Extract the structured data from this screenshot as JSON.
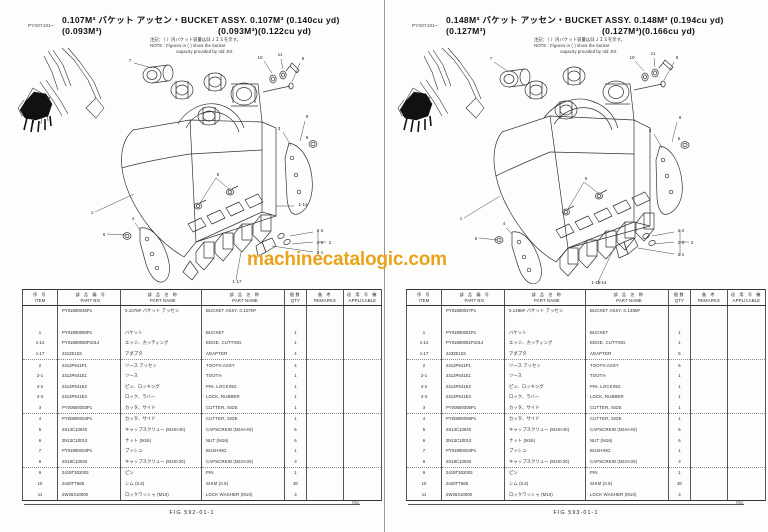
{
  "watermark": "machinecatalogic.com",
  "note": {
    "jp": "注記：（  ）内バケット容量は旧ＪＩＳを示す。",
    "en_line1": "NOTE : Figures in (  ) show the bucket",
    "en_line2": "capacity provided by old JIS."
  },
  "table_header": {
    "item_jp": "序  号",
    "item_en": "ITEM",
    "partno_jp": "部 品 编 号",
    "partno_en": "PART NO.",
    "namejp_jp": "部 品 名 称",
    "namejp_en": "PART NAME",
    "nameen_jp": "部 品 名 称",
    "nameen_en": "PART NAME",
    "qty_jp": "個数",
    "qty_en": "QTY",
    "rem_jp": "备   考",
    "rem_en": "REMARKS",
    "app_jp": "适 用 号 機",
    "app_en": "APPLICABLE"
  },
  "pages": [
    {
      "id": "left",
      "model_prefix": "PY007101~",
      "title_line1": "0.107M³ バケット アッセン・BUCKET  ASSY.  0.107M³ (0.140cu yd)",
      "title_line2": "(0.093M³)",
      "title_line2b": "(0.093M³)(0.122cu yd)",
      "fig": "FIG 592-01-1",
      "page_no": "(91)",
      "callouts": [
        "1",
        "2",
        "2-1",
        "2-2",
        "2-3",
        "3",
        "4",
        "5",
        "6",
        "7",
        "8",
        "9",
        "10",
        "11",
        "1-14",
        "1-17"
      ],
      "rows": [
        {
          "item": "",
          "part_no": "PY01800046P1",
          "name_jp": "0.107M³ バケット アッセン",
          "name_en": "BUCKET ASSY. 0.107M³",
          "qty": "",
          "remarks": "",
          "applicable": "",
          "sep": false
        },
        {
          "item": "",
          "part_no": "",
          "name_jp": "",
          "name_en": "",
          "qty": "",
          "remarks": "",
          "applicable": "",
          "sep": false
        },
        {
          "item": "1",
          "part_no": "PY01800050P1",
          "name_jp": "バケット",
          "name_en": "BUCKET",
          "qty": "1",
          "remarks": "",
          "applicable": "",
          "sep": false
        },
        {
          "item": "1-14",
          "part_no": "PY01800050P1014",
          "name_jp": "エッジ、カッティング",
          "name_en": "EDGE, CUTTING",
          "qty": "1",
          "remarks": "",
          "applicable": "",
          "sep": false
        },
        {
          "item": "1-17",
          "part_no": "2412E103",
          "name_jp": "アダプタ",
          "name_en": "ADAPTER",
          "qty": "4",
          "remarks": "",
          "applicable": "",
          "sep": true
        },
        {
          "item": "2",
          "part_no": "2412P641P1",
          "name_jp": "ツース アッセン",
          "name_en": "TOOTH ASSY",
          "qty": "4",
          "remarks": "",
          "applicable": "",
          "sep": false
        },
        {
          "item": "2-1",
          "part_no": "2412P641E1",
          "name_jp": "ツース",
          "name_en": "TOOTH",
          "qty": "1",
          "remarks": "",
          "applicable": "",
          "sep": false
        },
        {
          "item": "2-2",
          "part_no": "2412P641E2",
          "name_jp": "ピン、ロッキング",
          "name_en": "PIN, LOCKING",
          "qty": "1",
          "remarks": "",
          "applicable": "",
          "sep": false
        },
        {
          "item": "2-3",
          "part_no": "2412P641E3",
          "name_jp": "ロック、ラバー",
          "name_en": "LOCK, RUBBER",
          "qty": "1",
          "remarks": "",
          "applicable": "",
          "sep": false
        },
        {
          "item": "3",
          "part_no": "PY00800003P1",
          "name_jp": "カッタ、サイド",
          "name_en": "CUTTER, SIDE",
          "qty": "1",
          "remarks": "",
          "applicable": "",
          "sep": true
        },
        {
          "item": "4",
          "part_no": "PY00800004P1",
          "name_jp": "カッタ、サイド",
          "name_en": "CUTTER, SIDE",
          "qty": "1",
          "remarks": "",
          "applicable": "",
          "sep": false
        },
        {
          "item": "5",
          "part_no": "2S13C10040",
          "name_jp": "キャップスクリュー (M16×40)",
          "name_en": "CAPSCREW (M16×40)",
          "qty": "6",
          "remarks": "",
          "applicable": "",
          "sep": false
        },
        {
          "item": "6",
          "part_no": "2N13C10013",
          "name_jp": "ナット (M16)",
          "name_en": "NUT (M16)",
          "qty": "6",
          "remarks": "",
          "applicable": "",
          "sep": false
        },
        {
          "item": "7",
          "part_no": "PY01800003P1",
          "name_jp": "ブッシュ",
          "name_en": "BUSHING",
          "qty": "1",
          "remarks": "",
          "applicable": "",
          "sep": false
        },
        {
          "item": "8",
          "part_no": "2S18C10030",
          "name_jp": "キャップスクリュー (M10×30)",
          "name_en": "CAPSCREW (M10×30)",
          "qty": "3",
          "remarks": "",
          "applicable": "",
          "sep": true
        },
        {
          "item": "9",
          "part_no": "2419T302003",
          "name_jp": "ピン",
          "name_en": "PIN",
          "qty": "1",
          "remarks": "",
          "applicable": "",
          "sep": false
        },
        {
          "item": "10",
          "part_no": "2420TT665",
          "name_jp": "シム (0.5)",
          "name_en": "SHIM (0.5)",
          "qty": "30",
          "remarks": "",
          "applicable": "",
          "sep": false
        },
        {
          "item": "11",
          "part_no": "2W26X10000",
          "name_jp": "ロックワッシャ (M10)",
          "name_en": "LOCK WASHER (M10)",
          "qty": "3",
          "remarks": "",
          "applicable": "",
          "sep": false
        }
      ]
    },
    {
      "id": "right",
      "model_prefix": "PY007101~",
      "title_line1": "0.148M³ バケット アッセン・BUCKET  ASSY.  0.148M³ (0.194cu yd)",
      "title_line2": "(0.127M³)",
      "title_line2b": "(0.127M³)(0.166cu yd)",
      "fig": "FIG 593-01-1",
      "page_no": "(91)",
      "callouts": [
        "1",
        "2",
        "2-1",
        "2-2",
        "2-3",
        "3",
        "4",
        "5",
        "6",
        "7",
        "8",
        "9",
        "10",
        "11",
        "1-14",
        "1-17"
      ],
      "rows": [
        {
          "item": "",
          "part_no": "PY01800047P1",
          "name_jp": "0.148M³ バケット アッセン",
          "name_en": "BUCKET ASSY. 0.148M³",
          "qty": "",
          "remarks": "",
          "applicable": "",
          "sep": false
        },
        {
          "item": "",
          "part_no": "",
          "name_jp": "",
          "name_en": "",
          "qty": "",
          "remarks": "",
          "applicable": "",
          "sep": false
        },
        {
          "item": "1",
          "part_no": "PY01800051P1",
          "name_jp": "バケット",
          "name_en": "BUCKET",
          "qty": "1",
          "remarks": "",
          "applicable": "",
          "sep": false
        },
        {
          "item": "1-14",
          "part_no": "PY01800051P1014",
          "name_jp": "エッジ、カッティング",
          "name_en": "EDGE, CUTTING",
          "qty": "1",
          "remarks": "",
          "applicable": "",
          "sep": false
        },
        {
          "item": "1-17",
          "part_no": "2432E103",
          "name_jp": "アダプタ",
          "name_en": "ADAPTER",
          "qty": "5",
          "remarks": "",
          "applicable": "",
          "sep": true
        },
        {
          "item": "2",
          "part_no": "2412P641P1",
          "name_jp": "ツース アッセン",
          "name_en": "TOOTH ASSY",
          "qty": "5",
          "remarks": "",
          "applicable": "",
          "sep": false
        },
        {
          "item": "2-1",
          "part_no": "2412P641E1",
          "name_jp": "ツース",
          "name_en": "TOOTH",
          "qty": "1",
          "remarks": "",
          "applicable": "",
          "sep": false
        },
        {
          "item": "2-2",
          "part_no": "2412P641E2",
          "name_jp": "ピン、ロッキング",
          "name_en": "PIN, LOCKING",
          "qty": "1",
          "remarks": "",
          "applicable": "",
          "sep": false
        },
        {
          "item": "2-3",
          "part_no": "2412P641E3",
          "name_jp": "ロック、ラバー",
          "name_en": "LOCK, RUBBER",
          "qty": "1",
          "remarks": "",
          "applicable": "",
          "sep": false
        },
        {
          "item": "3",
          "part_no": "PY00800005P1",
          "name_jp": "カッタ、サイド",
          "name_en": "CUTTER, SIDE",
          "qty": "1",
          "remarks": "",
          "applicable": "",
          "sep": true
        },
        {
          "item": "4",
          "part_no": "PY00800006P1",
          "name_jp": "カッタ、サイド",
          "name_en": "CUTTER, SIDE",
          "qty": "1",
          "remarks": "",
          "applicable": "",
          "sep": false
        },
        {
          "item": "5",
          "part_no": "2S13C10040",
          "name_jp": "キャップスクリュー (M16×40)",
          "name_en": "CAPSCREW (M16×40)",
          "qty": "6",
          "remarks": "",
          "applicable": "",
          "sep": false
        },
        {
          "item": "6",
          "part_no": "2N13C10013",
          "name_jp": "ナット (M16)",
          "name_en": "NUT (M16)",
          "qty": "6",
          "remarks": "",
          "applicable": "",
          "sep": false
        },
        {
          "item": "7",
          "part_no": "PY01800003P1",
          "name_jp": "ブッシュ",
          "name_en": "BUSHING",
          "qty": "1",
          "remarks": "",
          "applicable": "",
          "sep": false
        },
        {
          "item": "8",
          "part_no": "2S18C10030",
          "name_jp": "キャップスクリュー (M10×30)",
          "name_en": "CAPSCREW (M10×30)",
          "qty": "3",
          "remarks": "",
          "applicable": "",
          "sep": true
        },
        {
          "item": "9",
          "part_no": "2419T302003",
          "name_jp": "ピン",
          "name_en": "PIN",
          "qty": "1",
          "remarks": "",
          "applicable": "",
          "sep": false
        },
        {
          "item": "10",
          "part_no": "2420TT665",
          "name_jp": "シム (0.5)",
          "name_en": "SHIM (0.5)",
          "qty": "30",
          "remarks": "",
          "applicable": "",
          "sep": false
        },
        {
          "item": "11",
          "part_no": "2W26X10000",
          "name_jp": "ロックワッシャ (M10)",
          "name_en": "LOCK WASHER (M10)",
          "qty": "3",
          "remarks": "",
          "applicable": "",
          "sep": false
        }
      ]
    }
  ]
}
